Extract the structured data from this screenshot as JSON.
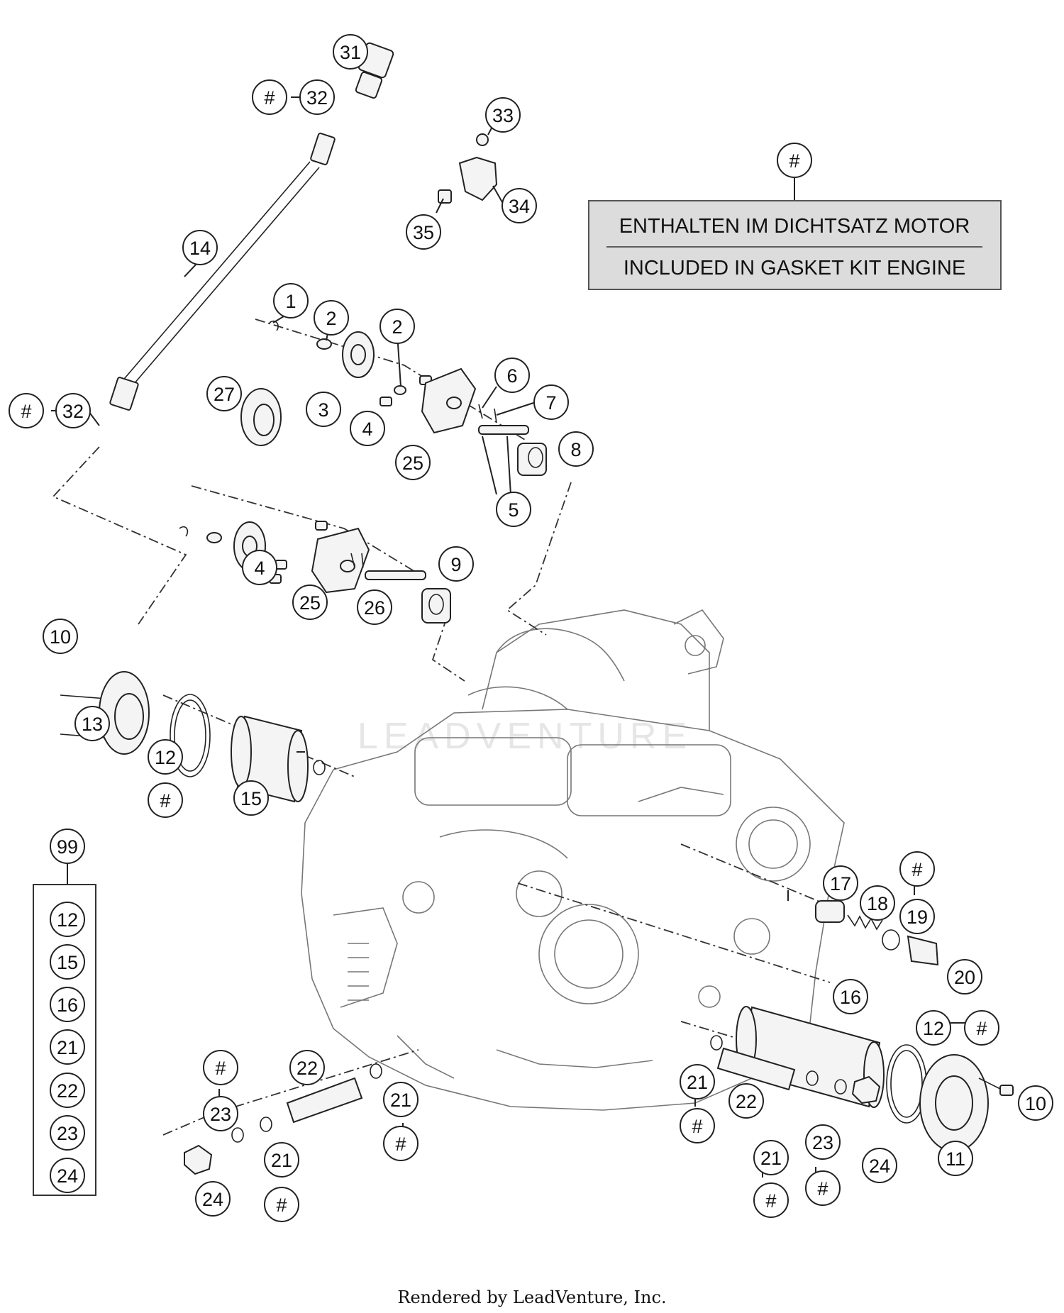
{
  "gasket_note": {
    "marker": "#",
    "line_de": "ENTHALTEN IM DICHTSATZ MOTOR",
    "line_en": "INCLUDED IN GASKET KIT ENGINE"
  },
  "kit_list": {
    "header": "99",
    "items": [
      "12",
      "15",
      "16",
      "21",
      "22",
      "23",
      "24"
    ]
  },
  "callouts": {
    "c1": "1",
    "c2a": "2",
    "c2b": "2",
    "c3": "3",
    "c4a": "4",
    "c4b": "4",
    "c5": "5",
    "c6": "6",
    "c7": "7",
    "c8": "8",
    "c9": "9",
    "c10a": "10",
    "c10b": "10",
    "c11": "11",
    "c12a": "12",
    "c12b": "12",
    "c13": "13",
    "c14": "14",
    "c15": "15",
    "c16": "16",
    "c17": "17",
    "c18": "18",
    "c19": "19",
    "c20": "20",
    "c21a": "21",
    "c21b": "21",
    "c21c": "21",
    "c21d": "21",
    "c22a": "22",
    "c22b": "22",
    "c23a": "23",
    "c23b": "23",
    "c24a": "24",
    "c24b": "24",
    "c25a": "25",
    "c25b": "25",
    "c26": "26",
    "c27": "27",
    "c31": "31",
    "c32a": "32",
    "c32b": "32",
    "c33": "33",
    "c34": "34",
    "c35": "35",
    "h1": "#",
    "h2": "#",
    "h3": "#",
    "h4": "#",
    "h5": "#",
    "h6": "#",
    "h7": "#",
    "h8": "#",
    "h9": "#",
    "h10": "#",
    "h11": "#"
  },
  "watermark": "LEADVENTURE",
  "footer": "Rendered by LeadVenture, Inc."
}
